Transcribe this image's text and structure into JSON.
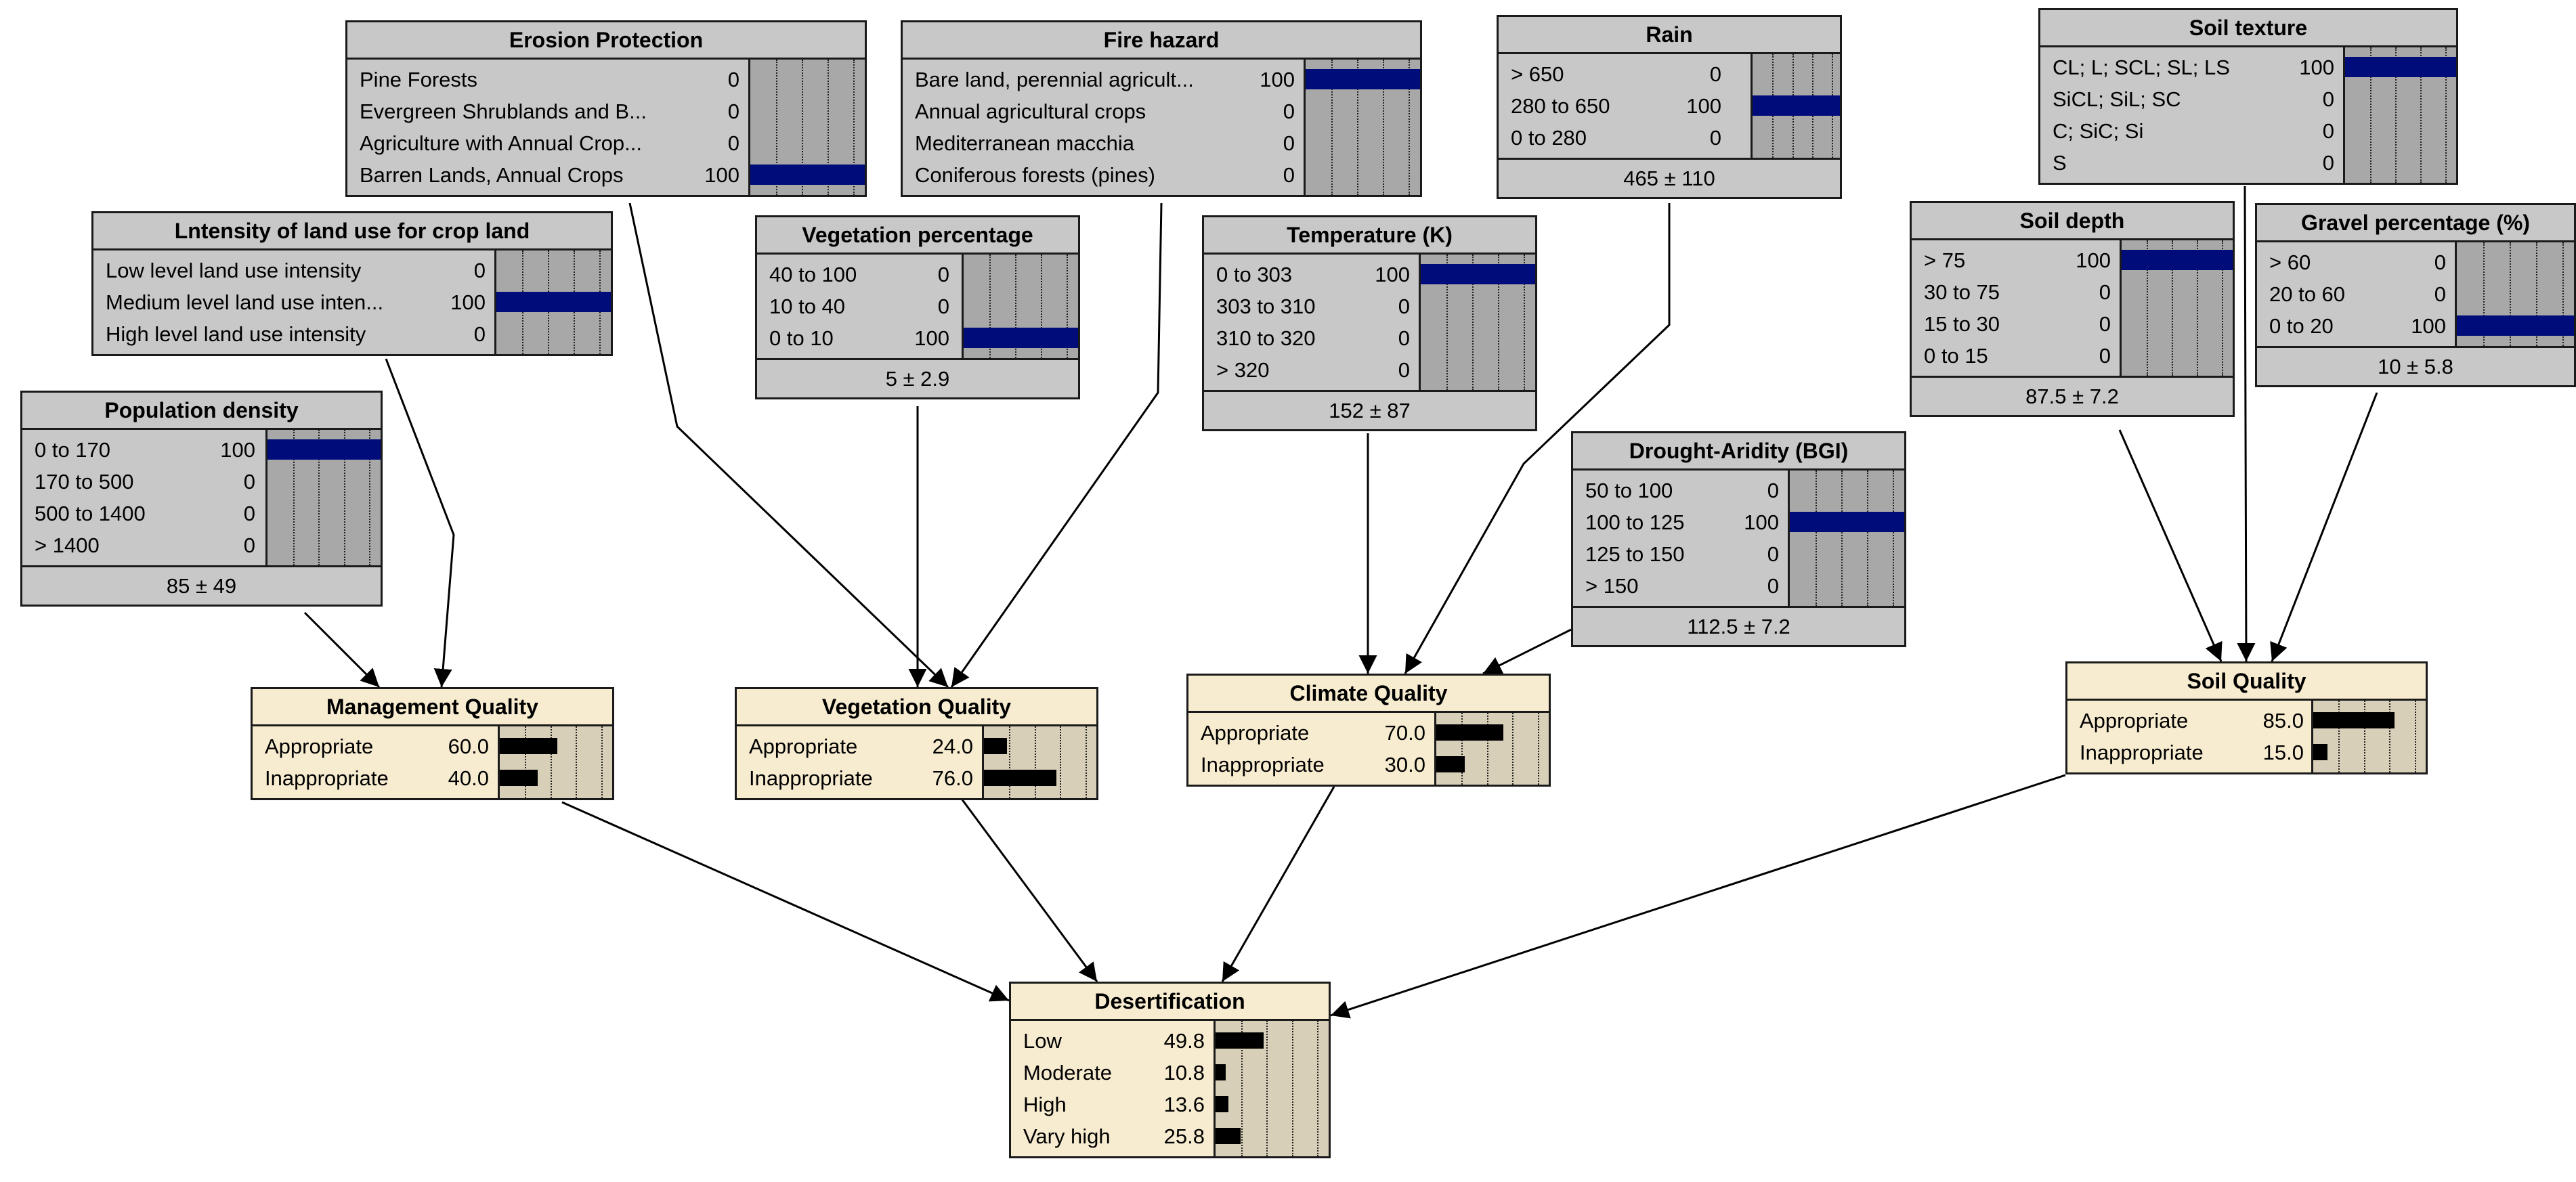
{
  "nodes": {
    "erosion": {
      "title": "Erosion Protection",
      "states": [
        {
          "label": "Pine Forests",
          "value": "0",
          "pct": 0
        },
        {
          "label": "Evergreen Shrublands and B...",
          "value": "0",
          "pct": 0
        },
        {
          "label": "Agriculture with Annual Crop...",
          "value": "0",
          "pct": 0
        },
        {
          "label": "Barren Lands, Annual Crops",
          "value": "100",
          "pct": 100
        }
      ]
    },
    "fire": {
      "title": "Fire hazard",
      "states": [
        {
          "label": "Bare land, perennial agricult...",
          "value": "100",
          "pct": 100
        },
        {
          "label": "Annual agricultural crops",
          "value": "0",
          "pct": 0
        },
        {
          "label": "Mediterranean macchia",
          "value": "0",
          "pct": 0
        },
        {
          "label": "Coniferous forests (pines)",
          "value": "0",
          "pct": 0
        }
      ]
    },
    "rain": {
      "title": "Rain",
      "states": [
        {
          "label": "> 650",
          "value": "0",
          "pct": 0
        },
        {
          "label": "280 to 650",
          "value": "100",
          "pct": 100
        },
        {
          "label": "0 to 280",
          "value": "0",
          "pct": 0
        }
      ],
      "footer": "465 ± 110"
    },
    "soiltex": {
      "title": "Soil texture",
      "states": [
        {
          "label": "CL; L; SCL; SL; LS",
          "value": "100",
          "pct": 100
        },
        {
          "label": "SiCL; SiL; SC",
          "value": "0",
          "pct": 0
        },
        {
          "label": "C; SiC; Si",
          "value": "0",
          "pct": 0
        },
        {
          "label": "S",
          "value": "0",
          "pct": 0
        }
      ]
    },
    "intensity": {
      "title": "Lntensity of land use for crop land",
      "states": [
        {
          "label": "Low level land use intensity",
          "value": "0",
          "pct": 0
        },
        {
          "label": "Medium level land use inten...",
          "value": "100",
          "pct": 100
        },
        {
          "label": "High level land use intensity",
          "value": "0",
          "pct": 0
        }
      ]
    },
    "vegpct": {
      "title": "Vegetation percentage",
      "states": [
        {
          "label": "40 to 100",
          "value": "0",
          "pct": 0
        },
        {
          "label": "10 to 40",
          "value": "0",
          "pct": 0
        },
        {
          "label": "0 to 10",
          "value": "100",
          "pct": 100
        }
      ],
      "footer": "5 ± 2.9"
    },
    "temp": {
      "title": "Temperature (K)",
      "states": [
        {
          "label": "0 to 303",
          "value": "100",
          "pct": 100
        },
        {
          "label": "303 to 310",
          "value": "0",
          "pct": 0
        },
        {
          "label": "310 to 320",
          "value": "0",
          "pct": 0
        },
        {
          "label": "> 320",
          "value": "0",
          "pct": 0
        }
      ],
      "footer": "152 ± 87"
    },
    "soildepth": {
      "title": "Soil depth",
      "states": [
        {
          "label": "> 75",
          "value": "100",
          "pct": 100
        },
        {
          "label": "30 to 75",
          "value": "0",
          "pct": 0
        },
        {
          "label": "15 to 30",
          "value": "0",
          "pct": 0
        },
        {
          "label": "0 to 15",
          "value": "0",
          "pct": 0
        }
      ],
      "footer": "87.5 ± 7.2"
    },
    "gravel": {
      "title": "Gravel percentage (%)",
      "states": [
        {
          "label": "> 60",
          "value": "0",
          "pct": 0
        },
        {
          "label": "20 to 60",
          "value": "0",
          "pct": 0
        },
        {
          "label": "0 to 20",
          "value": "100",
          "pct": 100
        }
      ],
      "footer": "10 ± 5.8"
    },
    "popdens": {
      "title": "Population density",
      "states": [
        {
          "label": "0 to 170",
          "value": "100",
          "pct": 100
        },
        {
          "label": "170 to 500",
          "value": "0",
          "pct": 0
        },
        {
          "label": "500 to 1400",
          "value": "0",
          "pct": 0
        },
        {
          "label": "> 1400",
          "value": "0",
          "pct": 0
        }
      ],
      "footer": "85 ± 49"
    },
    "drought": {
      "title": "Drought-Aridity (BGI)",
      "states": [
        {
          "label": "50 to 100",
          "value": "0",
          "pct": 0
        },
        {
          "label": "100 to 125",
          "value": "100",
          "pct": 100
        },
        {
          "label": "125 to 150",
          "value": "0",
          "pct": 0
        },
        {
          "label": "> 150",
          "value": "0",
          "pct": 0
        }
      ],
      "footer": "112.5 ± 7.2"
    },
    "mgmt": {
      "title": "Management  Quality",
      "states": [
        {
          "label": "Appropriate",
          "value": "60.0",
          "pct": 60
        },
        {
          "label": "Inappropriate",
          "value": "40.0",
          "pct": 40
        }
      ]
    },
    "vegq": {
      "title": "Vegetation Quality",
      "states": [
        {
          "label": "Appropriate",
          "value": "24.0",
          "pct": 24
        },
        {
          "label": "Inappropriate",
          "value": "76.0",
          "pct": 76
        }
      ]
    },
    "climate": {
      "title": "Climate  Quality",
      "states": [
        {
          "label": "Appropriate",
          "value": "70.0",
          "pct": 70
        },
        {
          "label": "Inappropriate",
          "value": "30.0",
          "pct": 30
        }
      ]
    },
    "soilq": {
      "title": "Soil  Quality",
      "states": [
        {
          "label": "Appropriate",
          "value": "85.0",
          "pct": 85
        },
        {
          "label": "Inappropriate",
          "value": "15.0",
          "pct": 15
        }
      ]
    },
    "desert": {
      "title": "Desertification",
      "states": [
        {
          "label": "Low",
          "value": "49.8",
          "pct": 49.8
        },
        {
          "label": "Moderate",
          "value": "10.8",
          "pct": 10.8
        },
        {
          "label": "High",
          "value": "13.6",
          "pct": 13.6
        },
        {
          "label": "Vary high",
          "value": "25.8",
          "pct": 25.8
        }
      ]
    }
  }
}
